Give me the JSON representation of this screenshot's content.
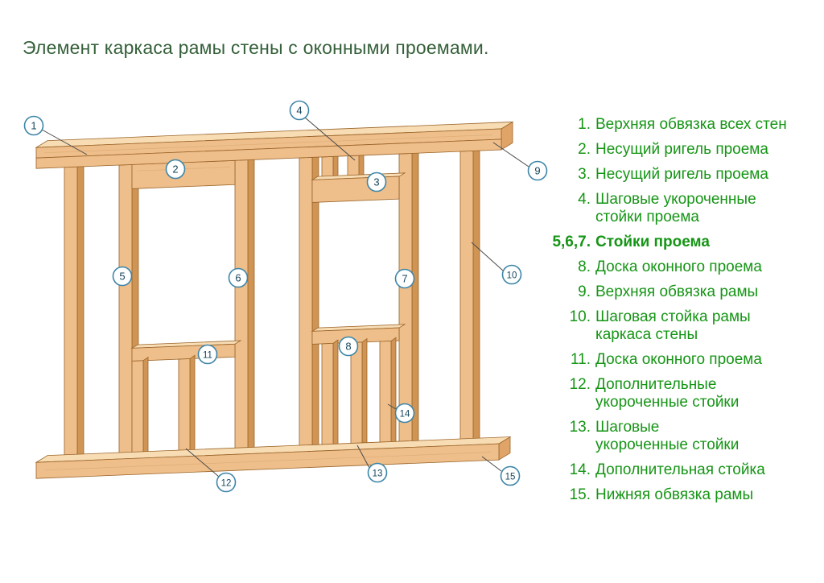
{
  "title": "Элемент каркаса рамы стены с оконными проемами.",
  "colors": {
    "legend_green": "#159515",
    "title_green": "#35603a",
    "wood_main": "#EEBE8B",
    "wood_light": "#F7DCB4",
    "wood_dark": "#D09554",
    "callout_stroke": "#3d85a8",
    "callout_number": "#15455c"
  },
  "diagram": {
    "callouts": [
      {
        "label": "1"
      },
      {
        "label": "2"
      },
      {
        "label": "3"
      },
      {
        "label": "4"
      },
      {
        "label": "5"
      },
      {
        "label": "6"
      },
      {
        "label": "7"
      },
      {
        "label": "8"
      },
      {
        "label": "9"
      },
      {
        "label": "10"
      },
      {
        "label": "11"
      },
      {
        "label": "12"
      },
      {
        "label": "13"
      },
      {
        "label": "14"
      },
      {
        "label": "15"
      }
    ]
  },
  "legend": {
    "items": [
      {
        "num": "1.",
        "text": "Верхняя обвязка всех стен"
      },
      {
        "num": "2.",
        "text": "Несущий ригель проема"
      },
      {
        "num": "3.",
        "text": "Несущий ригель проема"
      },
      {
        "num": "4.",
        "text": "Шаговые укороченные\nстойки проема"
      },
      {
        "num": "5,6,7.",
        "text": "Стойки проема"
      },
      {
        "num": "8.",
        "text": "Доска оконного проема"
      },
      {
        "num": "9.",
        "text": "Верхняя обвязка рамы"
      },
      {
        "num": "10.",
        "text": "Шаговая стойка рамы\nкаркаса стены"
      },
      {
        "num": "11.",
        "text": "Доска оконного проема"
      },
      {
        "num": "12.",
        "text": "Дополнительные\nукороченные стойки"
      },
      {
        "num": "13.",
        "text": "Шаговые\nукороченные стойки"
      },
      {
        "num": "14.",
        "text": "Дополнительная стойка"
      },
      {
        "num": "15.",
        "text": "Нижняя обвязка рамы"
      }
    ]
  }
}
